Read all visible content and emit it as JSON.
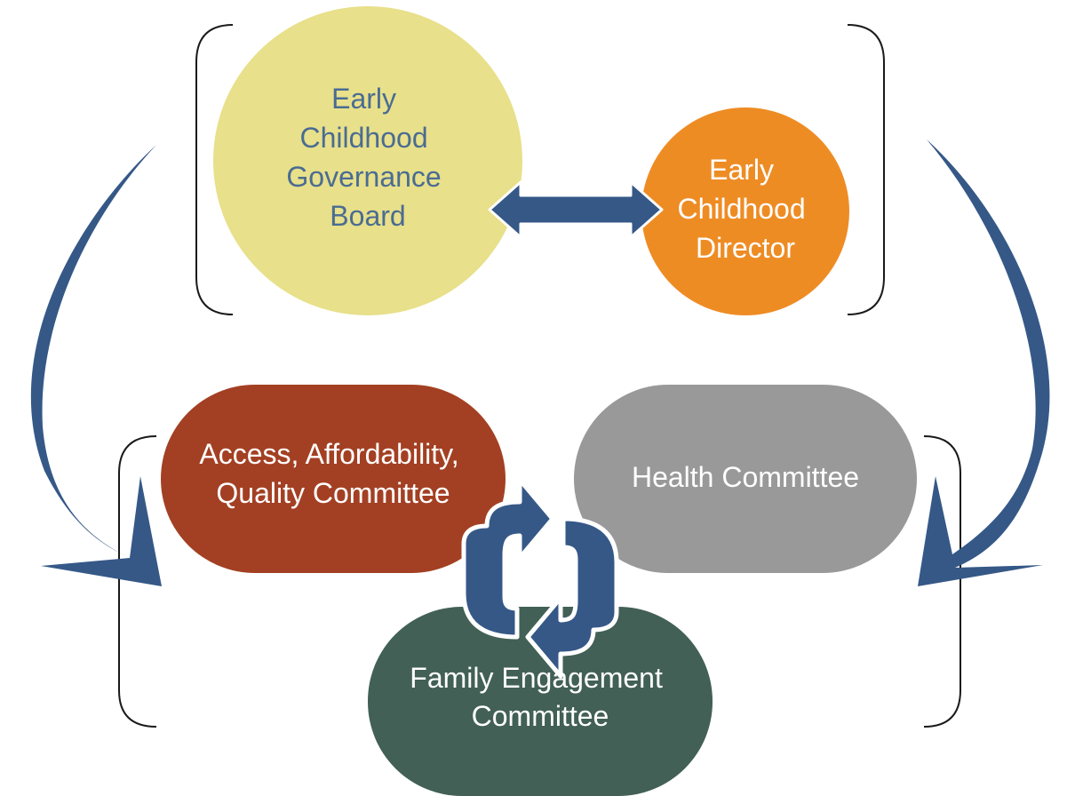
{
  "diagram": {
    "governance_board": {
      "lines": [
        "Early",
        "Childhood",
        "Governance",
        "Board"
      ],
      "fill": "#E8E08A",
      "text_color": "#4A6C92"
    },
    "director": {
      "lines": [
        "Early",
        "Childhood",
        "Director"
      ],
      "fill": "#EE8C24",
      "text_color": "#FFFFFF"
    },
    "access_committee": {
      "lines": [
        "Access, Affordability,",
        "Quality Committee"
      ],
      "fill": "#A34023",
      "text_color": "#FFFFFF"
    },
    "health_committee": {
      "lines": [
        "Health Committee"
      ],
      "fill": "#999999",
      "text_color": "#FFFFFF"
    },
    "family_committee": {
      "lines": [
        "Family Engagement",
        "Committee"
      ],
      "fill": "#426055",
      "text_color": "#FFFFFF"
    },
    "connector_color": "#355887",
    "bracket_color": "#1a1a1a",
    "icons": [
      "double-arrow-icon",
      "refresh-cycle-icon",
      "curved-arrow-left-icon",
      "curved-arrow-right-icon"
    ]
  }
}
